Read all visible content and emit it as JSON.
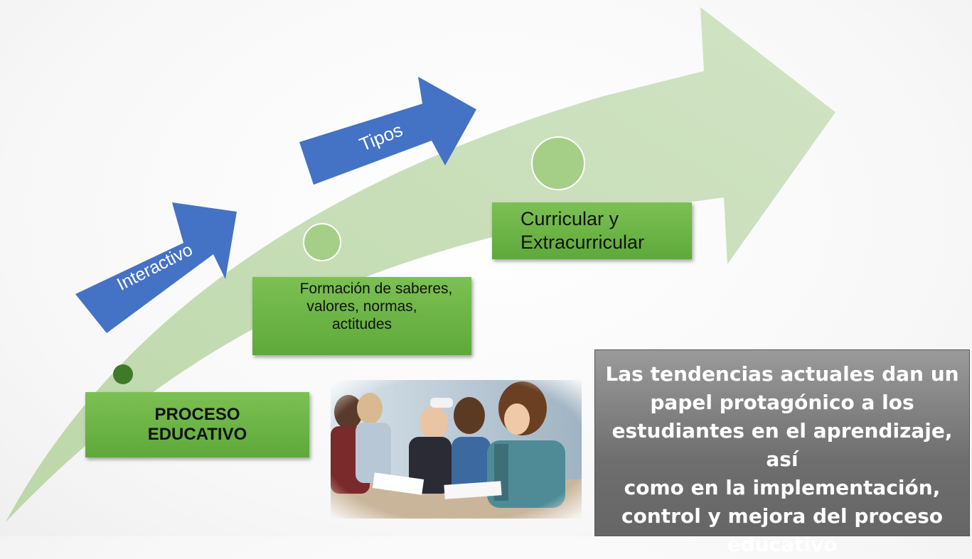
{
  "labels": {
    "interactivo": "Interactivo",
    "tipos": "Tipos"
  },
  "boxes": {
    "proceso_line1": "PROCESO",
    "proceso_line2": "EDUCATIVO",
    "formacion_line1": "Formación de saberes,",
    "formacion_line2": "valores, normas,",
    "formacion_line3": "actitudes",
    "curricular_line1": "Curricular y",
    "curricular_line2": "Extracurricular"
  },
  "callout": {
    "line1": "Las tendencias actuales dan un",
    "line2": "papel protagónico a los",
    "line3": "estudiantes en el aprendizaje, así",
    "line4": "como en la implementación,",
    "line5": "control y mejora del proceso",
    "line6": "educativo"
  },
  "photo": {
    "description": "students-studying-photo"
  },
  "colors": {
    "big_arrow": "#c5dcb6",
    "green_box": "#6cb545",
    "blue_arrow": "#4472c4",
    "gray_box": "#7f7f7f",
    "dot_dark": "#3f7a2a",
    "dot_light": "#a5cf86"
  }
}
